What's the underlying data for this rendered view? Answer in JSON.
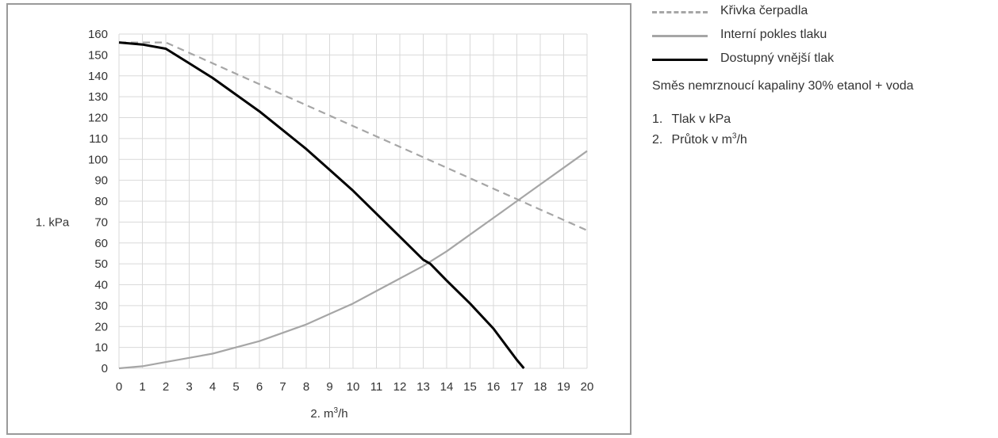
{
  "chart_data": {
    "type": "line",
    "xlabel_prefix": "2. m",
    "xlabel_sup": "3",
    "xlabel_suffix": "/h",
    "ylabel": "1. kPa",
    "xlim": [
      0,
      20
    ],
    "ylim": [
      0,
      160
    ],
    "x_ticks": [
      0,
      1,
      2,
      3,
      4,
      5,
      6,
      7,
      8,
      9,
      10,
      11,
      12,
      13,
      14,
      15,
      16,
      17,
      18,
      19,
      20
    ],
    "y_ticks": [
      0,
      10,
      20,
      30,
      40,
      50,
      60,
      70,
      80,
      90,
      100,
      110,
      120,
      130,
      140,
      150,
      160
    ],
    "grid": true,
    "series": [
      {
        "name": "Křivka čerpadla",
        "style": "dashed",
        "color": "#a6a6a6",
        "x": [
          0,
          1,
          2,
          3,
          4,
          5,
          6,
          7,
          8,
          9,
          10,
          11,
          12,
          13,
          14,
          15,
          16,
          17,
          18,
          19,
          20
        ],
        "y": [
          156,
          156,
          156,
          151,
          146,
          141,
          136,
          131,
          126,
          121,
          116,
          111,
          106,
          101,
          96,
          91,
          86,
          81,
          76,
          71,
          66
        ]
      },
      {
        "name": "Interní pokles tlaku",
        "style": "solid",
        "color": "#a6a6a6",
        "x": [
          0,
          1,
          2,
          3,
          4,
          5,
          6,
          7,
          8,
          9,
          10,
          11,
          12,
          13,
          14,
          15,
          16,
          17,
          18,
          19,
          20
        ],
        "y": [
          0,
          1,
          3,
          5,
          7,
          10,
          13,
          17,
          21,
          26,
          31,
          37,
          43,
          49,
          56,
          64,
          72,
          80,
          88,
          96,
          104
        ]
      },
      {
        "name": "Dostupný vnější tlak",
        "style": "solid",
        "color": "#000000",
        "x": [
          0,
          1,
          2,
          3,
          4,
          5,
          6,
          7,
          8,
          9,
          10,
          11,
          12,
          13,
          13.3,
          14,
          15,
          16,
          17,
          17.3
        ],
        "y": [
          156,
          155,
          153,
          146,
          139,
          131,
          123,
          114,
          105,
          95,
          85,
          74,
          63,
          52,
          50,
          42,
          31,
          19,
          4,
          0
        ]
      }
    ]
  },
  "legend": {
    "items": [
      {
        "label": "Křivka čerpadla",
        "style": "dashed",
        "color": "#a6a6a6"
      },
      {
        "label": "Interní pokles tlaku",
        "style": "solid",
        "color": "#a6a6a6"
      },
      {
        "label": "Dostupný vnější tlak",
        "style": "solid",
        "color": "#000000"
      }
    ],
    "note": "Směs nemrznoucí kapaliny 30% etanol + voda",
    "list": [
      {
        "num": "1.",
        "text": "Tlak v kPa",
        "sup": ""
      },
      {
        "num": "2.",
        "text": "Průtok v m",
        "sup": "3",
        "suffix": "/h"
      }
    ]
  }
}
